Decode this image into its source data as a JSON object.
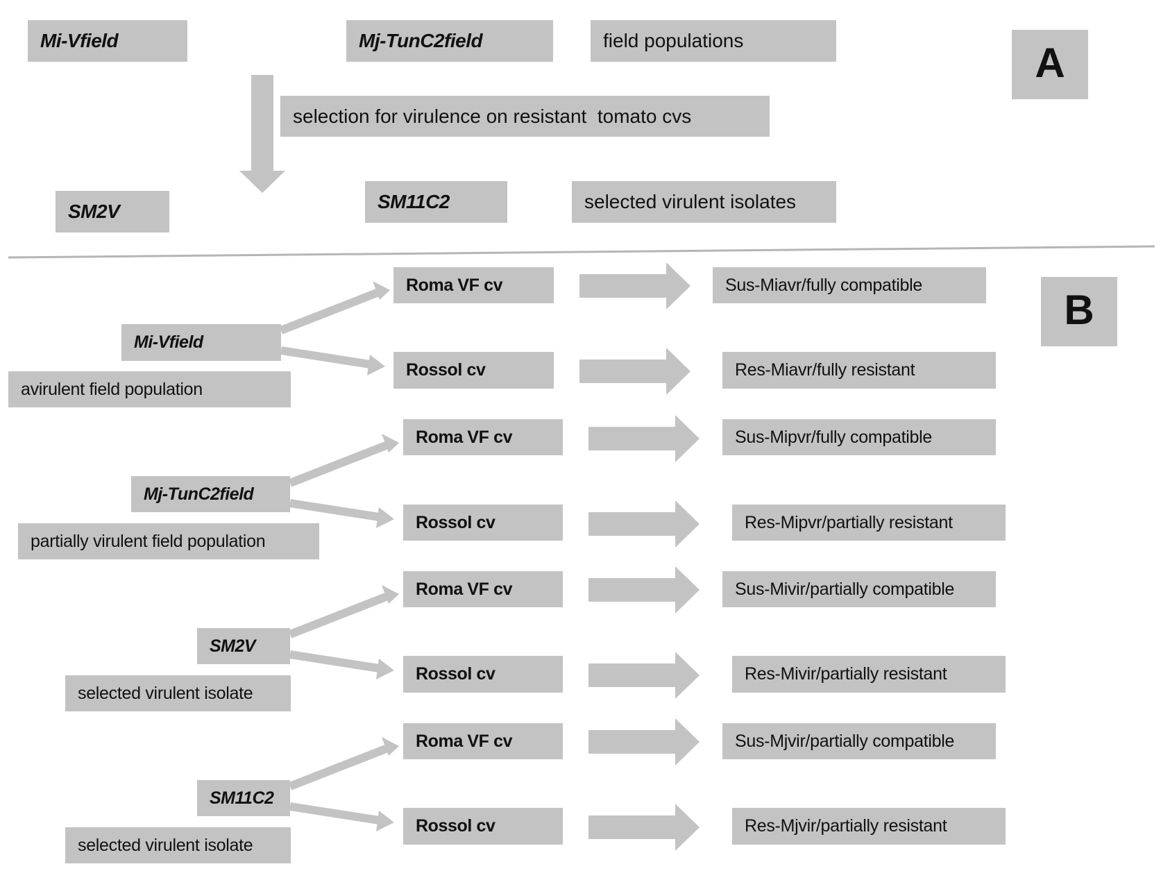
{
  "panel_a": {
    "label": "A",
    "populations": [
      "Mi-Vfield",
      "Mj-TunC2field"
    ],
    "populations_caption": "field populations",
    "selection_note": "selection for virulence on resistant  tomato cvs",
    "isolates": [
      "SM2V",
      "SM11C2"
    ],
    "isolates_caption": "selected virulent isolates"
  },
  "panel_b": {
    "label": "B",
    "groups": [
      {
        "source": "Mi-Vfield",
        "description": "avirulent field population",
        "cultivars": [
          "Roma VF cv",
          "Rossol cv"
        ],
        "outcomes": [
          "Sus-Miavr/fully compatible",
          "Res-Miavr/fully resistant"
        ]
      },
      {
        "source": "Mj-TunC2field",
        "description": "partially virulent field population",
        "cultivars": [
          "Roma VF cv",
          "Rossol cv"
        ],
        "outcomes": [
          "Sus-Mipvr/fully compatible",
          "Res-Mipvr/partially resistant"
        ]
      },
      {
        "source": "SM2V",
        "description": "selected virulent isolate",
        "cultivars": [
          "Roma VF cv",
          "Rossol cv"
        ],
        "outcomes": [
          "Sus-Mivir/partially compatible",
          "Res-Mivir/partially resistant"
        ]
      },
      {
        "source": "SM11C2",
        "description": "selected virulent isolate",
        "cultivars": [
          "Roma VF cv",
          "Rossol cv"
        ],
        "outcomes": [
          "Sus-Mjvir/partially compatible",
          "Res-Mjvir/partially resistant"
        ]
      }
    ]
  },
  "colors": {
    "box_fill": "#c3c3c3",
    "arrow_fill": "#c3c3c3",
    "divider": "#b5b5b5",
    "text": "#111111"
  }
}
